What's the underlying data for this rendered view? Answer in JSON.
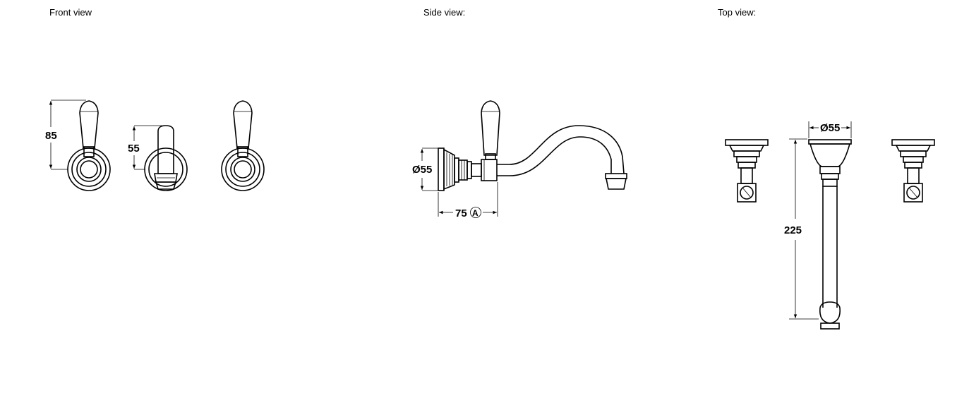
{
  "views": {
    "front": "Front  view",
    "side": "Side  view:",
    "top": "Top view:"
  },
  "dimensions": {
    "front_height": "85",
    "front_middle_height": "55",
    "side_diameter": "Ø55",
    "side_depth": "75",
    "side_depth_marker": "A",
    "top_diameter": "Ø55",
    "top_length": "225"
  }
}
